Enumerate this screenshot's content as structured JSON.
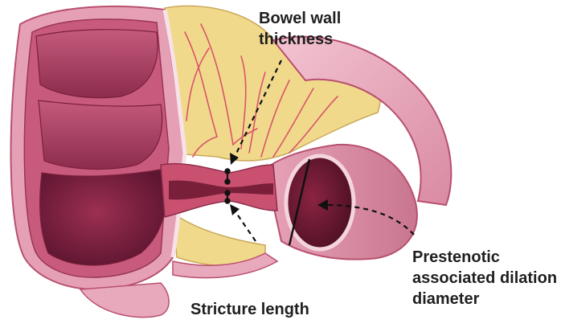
{
  "labels": {
    "bowel_wall_thickness": [
      "Bowel wall",
      "thickness"
    ],
    "prestenotic_dilation": [
      "Prestenotic",
      "associated dilation",
      "diameter"
    ],
    "stricture_length": "Stricture length"
  },
  "colors": {
    "bowel_pink": "#b8506e",
    "lumen_dark": "#7a1f3a",
    "mesentery_yellow": "#f1d98c",
    "vessel_red": "#d9546a",
    "outer_pink": "#e9a9bd",
    "arrow": "#111111"
  }
}
